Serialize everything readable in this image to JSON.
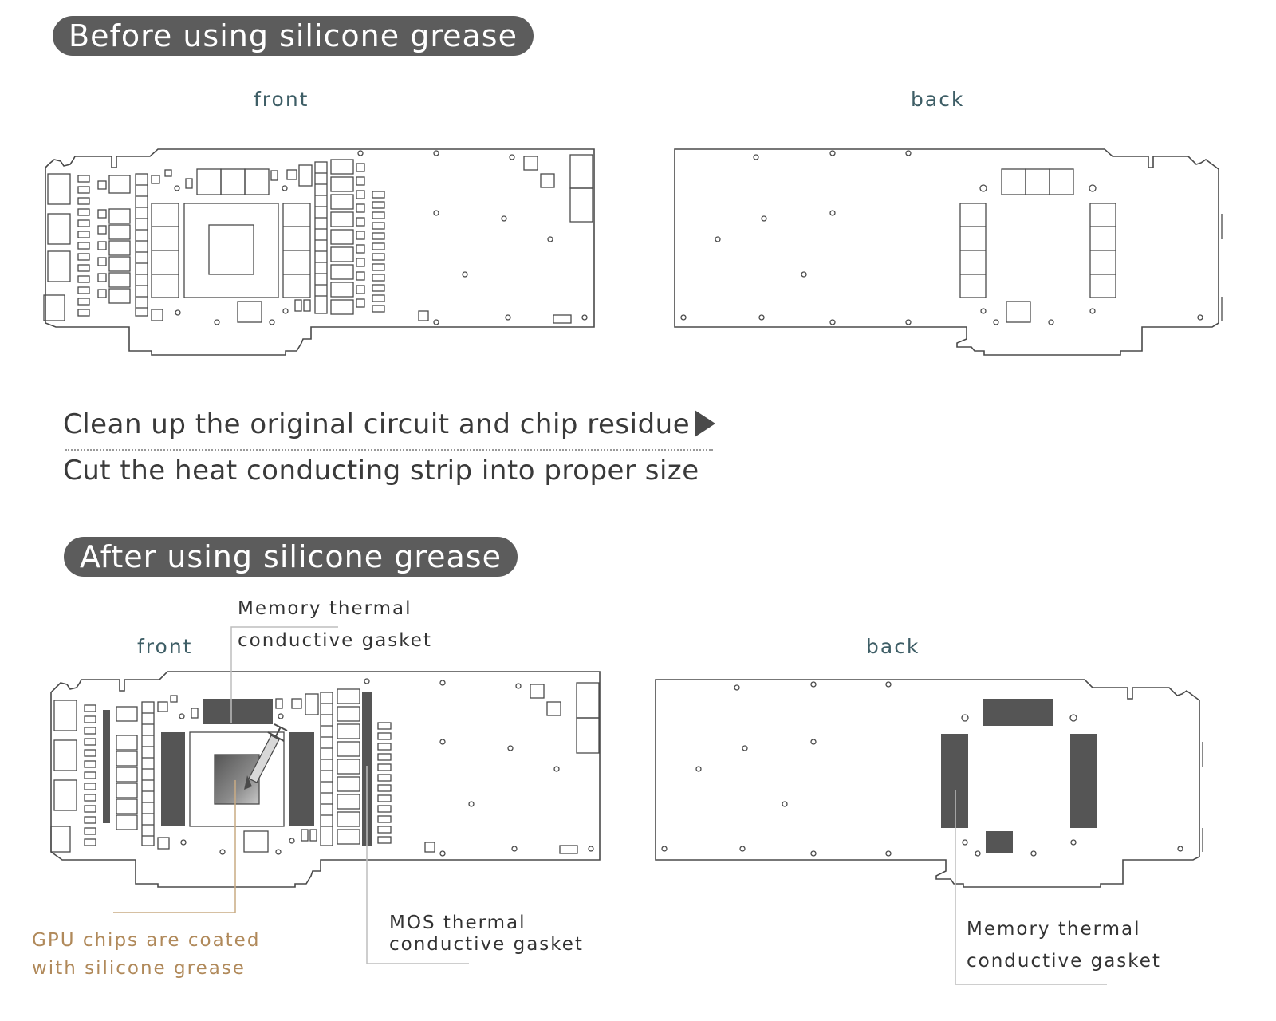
{
  "before": {
    "title": "Before using silicone grease",
    "front_label": "front",
    "back_label": "back"
  },
  "steps": {
    "step1": "Clean up the original circuit and chip residue",
    "step2": "Cut the heat conducting strip into proper size"
  },
  "after": {
    "title": "After using silicone grease",
    "front_label": "front",
    "back_label": "back",
    "memory_gasket_front": [
      "Memory thermal",
      "conductive gasket"
    ],
    "gpu_note": [
      "GPU chips are coated",
      "with silicone grease"
    ],
    "mos_gasket": [
      "MOS thermal",
      "conductive gasket"
    ],
    "memory_gasket_back": [
      "Memory thermal",
      "conductive gasket"
    ]
  },
  "colors": {
    "pill_bg": "#5c5c5c",
    "view_label": "#3e5e66",
    "gold_note": "#b0895a",
    "pad_fill": "#555555"
  }
}
